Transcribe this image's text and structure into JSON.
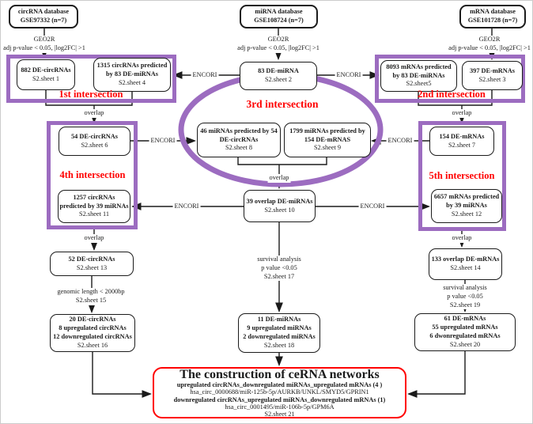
{
  "colors": {
    "purple": "#9c6cc0",
    "red": "#ff0000",
    "line": "#1b1b1b"
  },
  "nodes": {
    "db_circ": {
      "lines": [
        "circRNA database",
        "GSE97332 (n=7)"
      ]
    },
    "db_mirna": {
      "lines": [
        "miRNA database",
        "GSE108724 (n=7)"
      ]
    },
    "db_mrna": {
      "lines": [
        "mRNA database",
        "GSE101728 (n=7)"
      ]
    },
    "b882": {
      "lines": [
        "882 DE-circRNAs",
        "S2.sheet 1"
      ]
    },
    "b1315": {
      "lines": [
        "1315 circRNAs predicted",
        "by 83 DE-miRNAs",
        "S2.sheet 4"
      ]
    },
    "b83": {
      "lines": [
        "83 DE-miRNA",
        "S2.sheet 2"
      ]
    },
    "b8093": {
      "lines": [
        "8093 mRNAs predicted",
        "by 83 DE-miRNAs",
        "S2.sheet5"
      ]
    },
    "b397": {
      "lines": [
        "397 DE-mRNAs",
        "S2.sheet 3"
      ]
    },
    "b54": {
      "lines": [
        "54 DE-circRNAs",
        "S2.sheet 6"
      ]
    },
    "b46": {
      "lines": [
        "46 miRNAs predicted by 54",
        "DE-circRNAs",
        "S2.sheet 8"
      ]
    },
    "b1799": {
      "lines": [
        "1799 miRNAs predicted by",
        "154 DE-mRNAS",
        "S2.sheet 9"
      ]
    },
    "b154": {
      "lines": [
        "154 DE-mRNAs",
        "S2.sheet 7"
      ]
    },
    "b1257": {
      "lines": [
        "1257 circRNAs",
        "predicted by 39 miRNAs",
        "S2.sheet 11"
      ]
    },
    "b39": {
      "lines": [
        "39 overlap DE-miRNAs",
        "S2.sheet 10"
      ]
    },
    "b6657": {
      "lines": [
        "6657 mRNAs predicted",
        "by 39 miRNAs",
        "S2.sheet 12"
      ]
    },
    "b52": {
      "lines": [
        "52 DE-circRNAs",
        "S2.sheet 13"
      ]
    },
    "b133": {
      "lines": [
        "133 overlap DE-mRNAs",
        "S2.sheet 14"
      ]
    },
    "b20": {
      "lines": [
        "20 DE-circRNAs",
        "8 upregulated circRNAs",
        "12 downregulated circRNAs",
        "S2.sheet 16"
      ]
    },
    "b11": {
      "lines": [
        "11 DE-miRNAs",
        "9 upregulated miRNAs",
        "2 downregulated miRNAs",
        "S2.sheet 18"
      ]
    },
    "b61": {
      "lines": [
        "61 DE-mRNAs",
        "55 upregulated mRNAs",
        "6 dwonregulated mRNAs",
        "S2.sheet 20"
      ]
    }
  },
  "edge_labels": {
    "geo2r": "GEO2R",
    "filter": "adj p-value < 0.05, |log2FC| >1",
    "encori": "ENCORI",
    "overlap": "overlap",
    "genomic_length": "genomic length < 2000bp",
    "genomic_sheet": "S2.sheet 15",
    "survival": "survival analysis",
    "pvalue": "p value <0.05",
    "survival_sheet_17": "S2.sheet 17",
    "survival_sheet_19": "S2.sheet 19"
  },
  "intersections": {
    "first": "1st intersection",
    "second": "2nd intersection",
    "third": "3rd intersection",
    "fourth": "4th intersection",
    "fifth": "5th intersection"
  },
  "final_box": {
    "title": "The construction of ceRNA networks",
    "lines": [
      {
        "text": "upregulated circRNAs_downregulated miRNAs_upregulated mRNAs (4 )",
        "bold": true
      },
      {
        "text": "hsa_circ_0000688/miR-125b-5p/AURKB/UNKL/SMYD5/GPRIN1",
        "bold": false
      },
      {
        "text": "downregulated circRNAs_upregulated miRNAs_downregulated mRNAs (1)",
        "bold": true
      },
      {
        "text": "hsa_circ_0001495/miR-106b-5p/GPM6A",
        "bold": false
      },
      {
        "text": "S2.sheet 21",
        "bold": false
      }
    ]
  }
}
